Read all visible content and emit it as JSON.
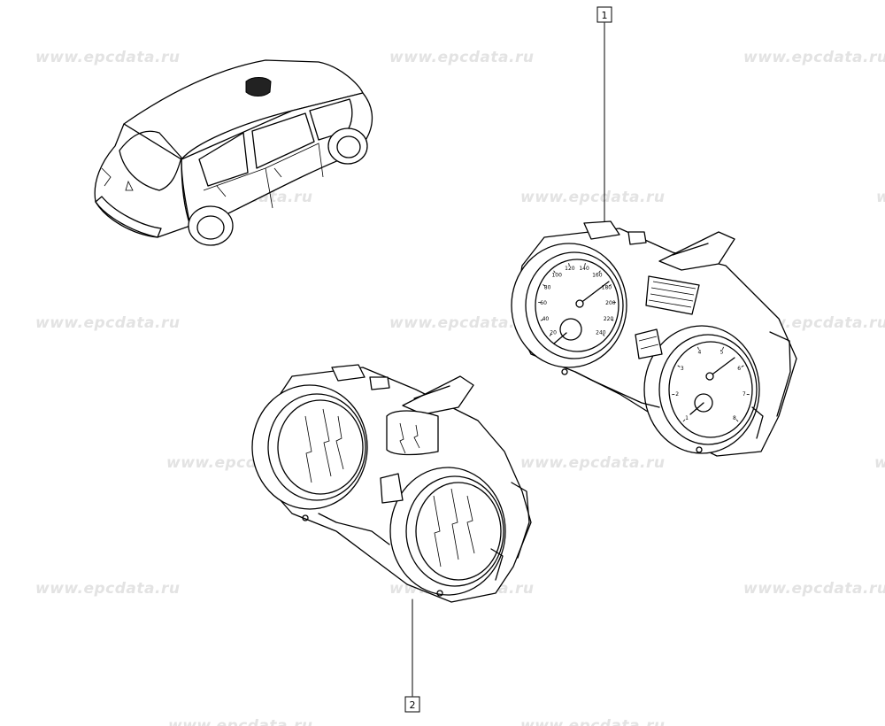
{
  "watermark": {
    "text": "www.epcdata.ru"
  },
  "callouts": [
    {
      "label": "1"
    },
    {
      "label": "2"
    }
  ],
  "cluster": {
    "speed_ticks": [
      "20",
      "40",
      "60",
      "80",
      "100",
      "120",
      "140",
      "160",
      "180",
      "200",
      "220",
      "240"
    ],
    "rpm_ticks": [
      "1",
      "2",
      "3",
      "4",
      "5",
      "6",
      "7",
      "8"
    ]
  }
}
